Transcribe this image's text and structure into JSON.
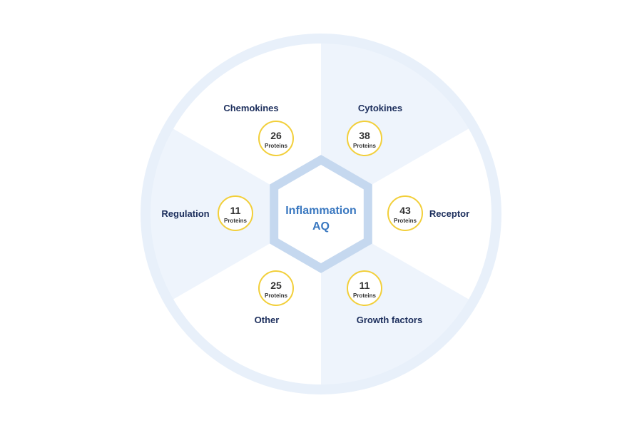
{
  "center": {
    "title_line1": "Inflammation",
    "title_line2": "AQ"
  },
  "segments": [
    {
      "label": "Cytokines",
      "count": "38",
      "unit": "Proteins",
      "shaded": true
    },
    {
      "label": "Receptor",
      "count": "43",
      "unit": "Proteins",
      "shaded": false
    },
    {
      "label": "Growth factors",
      "count": "11",
      "unit": "Proteins",
      "shaded": true
    },
    {
      "label": "Other",
      "count": "25",
      "unit": "Proteins",
      "shaded": false
    },
    {
      "label": "Regulation",
      "count": "11",
      "unit": "Proteins",
      "shaded": true
    },
    {
      "label": "Chemokines",
      "count": "26",
      "unit": "Proteins",
      "shaded": false
    }
  ],
  "colors": {
    "ring": "#e8f0fa",
    "wedge_shaded": "#eef4fc",
    "hexagon_stroke": "#c5d8ef",
    "badge_border": "#f2cf3a",
    "label": "#1c2e5c",
    "center_title": "#3a78c0"
  }
}
